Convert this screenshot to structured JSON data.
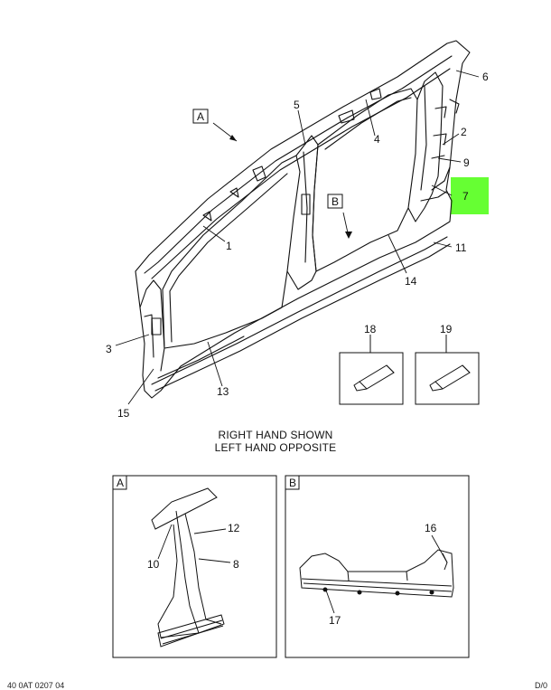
{
  "callouts": {
    "c1": "1",
    "c2": "2",
    "c3": "3",
    "c4": "4",
    "c5": "5",
    "c6": "6",
    "c7": "7",
    "c8": "8",
    "c9": "9",
    "c10": "10",
    "c11": "11",
    "c12": "12",
    "c13": "13",
    "c14": "14",
    "c15": "15",
    "c16": "16",
    "c17": "17",
    "c18": "18",
    "c19": "19"
  },
  "view_labels": {
    "a": "A",
    "b": "B"
  },
  "note": {
    "line1": "RIGHT HAND SHOWN",
    "line2": "LEFT HAND OPPOSITE"
  },
  "highlight": {
    "part": "7",
    "color": "#66ff33"
  },
  "footer": {
    "left": "40 0AT 0207 04",
    "right": "D/0"
  }
}
